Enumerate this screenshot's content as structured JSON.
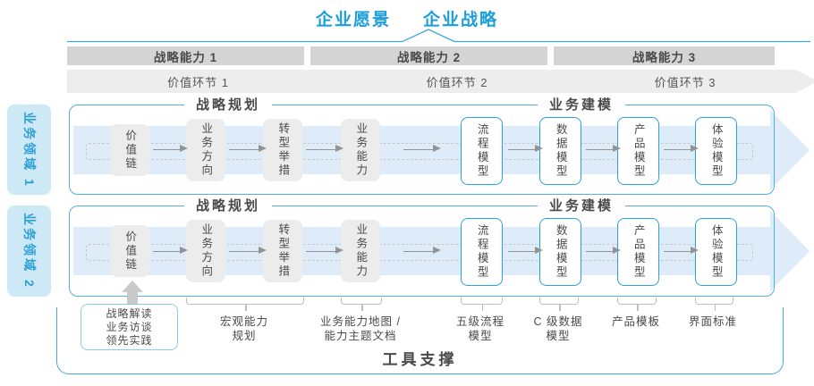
{
  "header": {
    "vision": "企业愿景",
    "strategy": "企业战略"
  },
  "strategic_capabilities": [
    "战略能力 1",
    "战略能力 2",
    "战略能力 3"
  ],
  "value_chains": [
    "价值环节 1",
    "价值环节 2",
    "价值环节 3"
  ],
  "business_domains": [
    "业务领域 1",
    "业务领域 2"
  ],
  "rows": [
    {
      "planning_title": "战略规划",
      "modeling_title": "业务建模",
      "steps": [
        "价值链",
        "业务方向",
        "转型举措",
        "业务能力",
        "流程模型",
        "数据模型",
        "产品模型",
        "体验模型"
      ]
    },
    {
      "planning_title": "战略规划",
      "modeling_title": "业务建模",
      "steps": [
        "价值链",
        "业务方向",
        "转型举措",
        "业务能力",
        "流程模型",
        "数据模型",
        "产品模型",
        "体验模型"
      ]
    }
  ],
  "annotations": {
    "practice_box": {
      "lines": [
        "战略解读",
        "业务访谈",
        "领先实践"
      ]
    },
    "notes": [
      {
        "lines": [
          "宏观能力",
          "规划"
        ]
      },
      {
        "lines": [
          "业务能力地图 /",
          "能力主题文档"
        ]
      },
      {
        "lines": [
          "五级流程",
          "模型"
        ]
      },
      {
        "lines": [
          "C 级数据",
          "模型"
        ]
      },
      {
        "lines": [
          "产品模板"
        ]
      },
      {
        "lines": [
          "界面标准"
        ]
      }
    ]
  },
  "footer": {
    "tool_support": "工具支撑"
  },
  "colors": {
    "accent_blue": "#1b9ed9",
    "row_border_blue": "#54b0dd",
    "step_border_blue": "#29a3dc",
    "domain_fill_blue": "#cde9f6",
    "band_blue": "#ddecf8",
    "capability_bar_gray": "#d4d4d4",
    "chevron_gray": "#ededed",
    "step_gray": "#ececec",
    "text_dark": "#4a4a4a",
    "arrow_gray": "#939393"
  }
}
